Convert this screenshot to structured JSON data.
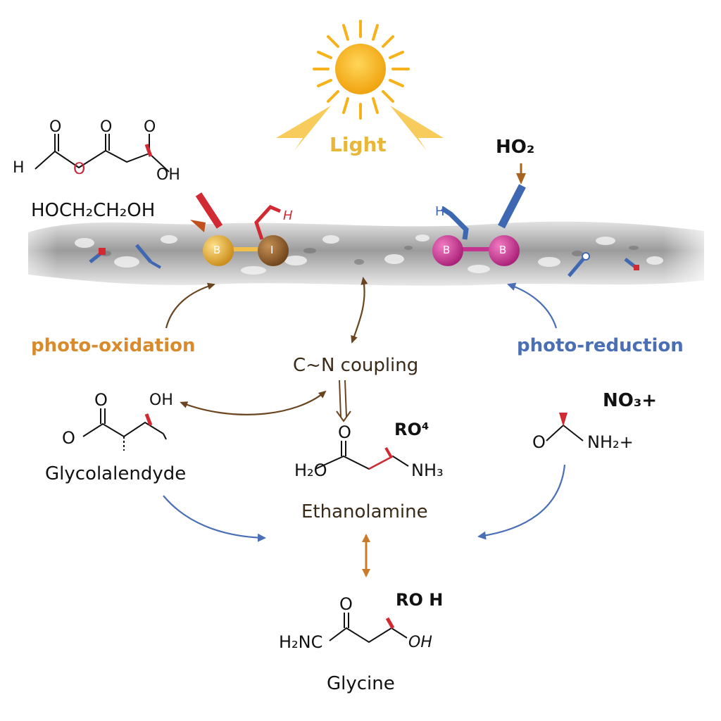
{
  "light": {
    "label": "Light"
  },
  "top_left": {
    "formula": "HOCH₂CH₂OH",
    "struct_atoms": {
      "o1": "O",
      "o2": "O",
      "o3": "O",
      "h_left": "H",
      "o_mid": "O",
      "oh": "OH"
    }
  },
  "surface": {
    "left_pair": {
      "atom1": "B",
      "atom2": "I",
      "h_label": "H"
    },
    "right_pair": {
      "atom1": "B",
      "atom2": "B",
      "h_label": "H"
    },
    "top_right_label": "HO₂"
  },
  "process": {
    "oxidation": "photo-oxidation",
    "reduction": "photo-reduction",
    "coupling": "C~N coupling"
  },
  "glycolaldehyde": {
    "name": "Glycolalendyde",
    "atoms": {
      "o_top": "O",
      "o_left": "O",
      "oh": "OH"
    }
  },
  "ethanolamine": {
    "name": "Ethanolamine",
    "tag": "RO⁴",
    "atoms": {
      "o_top": "O",
      "h2o": "H₂O",
      "nh3": "NH₃"
    }
  },
  "right_molecule": {
    "tag": "NO₃+",
    "atoms": {
      "o_left": "O",
      "nh2": "NH₂+"
    }
  },
  "glycine": {
    "name": "Glycine",
    "tag": "RO H",
    "atoms": {
      "o_top": "O",
      "h2n": "H₂NC",
      "oh": "OH"
    }
  },
  "colors": {
    "oxidation": "#d98a2b",
    "reduction": "#4a6fb5",
    "sun": "#f5b21a",
    "brown_arrow": "#6b4520",
    "orange_arrow": "#c97a2a",
    "bond_red": "#d12a33",
    "bond_blue": "#3f68b3",
    "atom_gold": "#d9a129",
    "atom_brown": "#8a5a2a",
    "atom_magenta": "#c3338f"
  }
}
